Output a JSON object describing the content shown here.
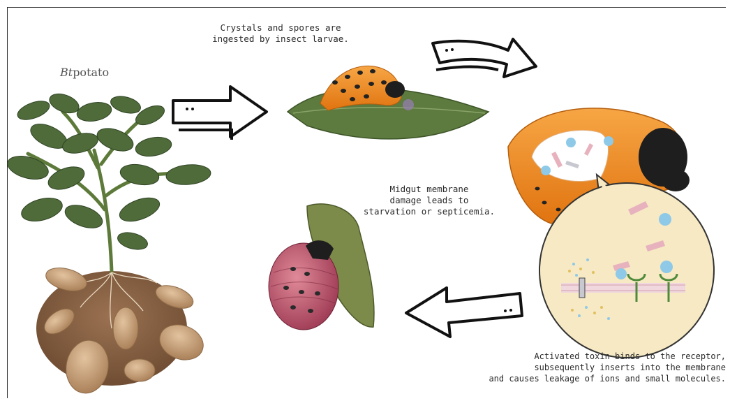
{
  "labels": {
    "bt_italic": "Bt",
    "bt_rest": "potato"
  },
  "captions": {
    "ingested": "Crystals and spores are\ningested by insect larvae.",
    "midgut": "Midgut membrane\ndamage leads to\nstarvation or septicemia.",
    "toxin": "Activated toxin binds to the receptor,\nsubsequently inserts into the membrane\nand causes leakage of ions and small molecules."
  },
  "colors": {
    "leaf": "#4f6b3a",
    "leaf_light": "#6f8a55",
    "potato": "#c9a27a",
    "soil": "#8a6240",
    "larva_orange": "#f08a1e",
    "larva_red": "#b5475a",
    "bubble": "#f6e9c4",
    "toxin_blue": "#8ec9e8",
    "toxin_pink": "#e7b2bd",
    "receptor_green": "#4f8a3a",
    "arrow_outline": "#111111"
  },
  "icons": [
    "arrow-right-icon",
    "arrow-curved-down-icon",
    "arrow-left-icon"
  ]
}
